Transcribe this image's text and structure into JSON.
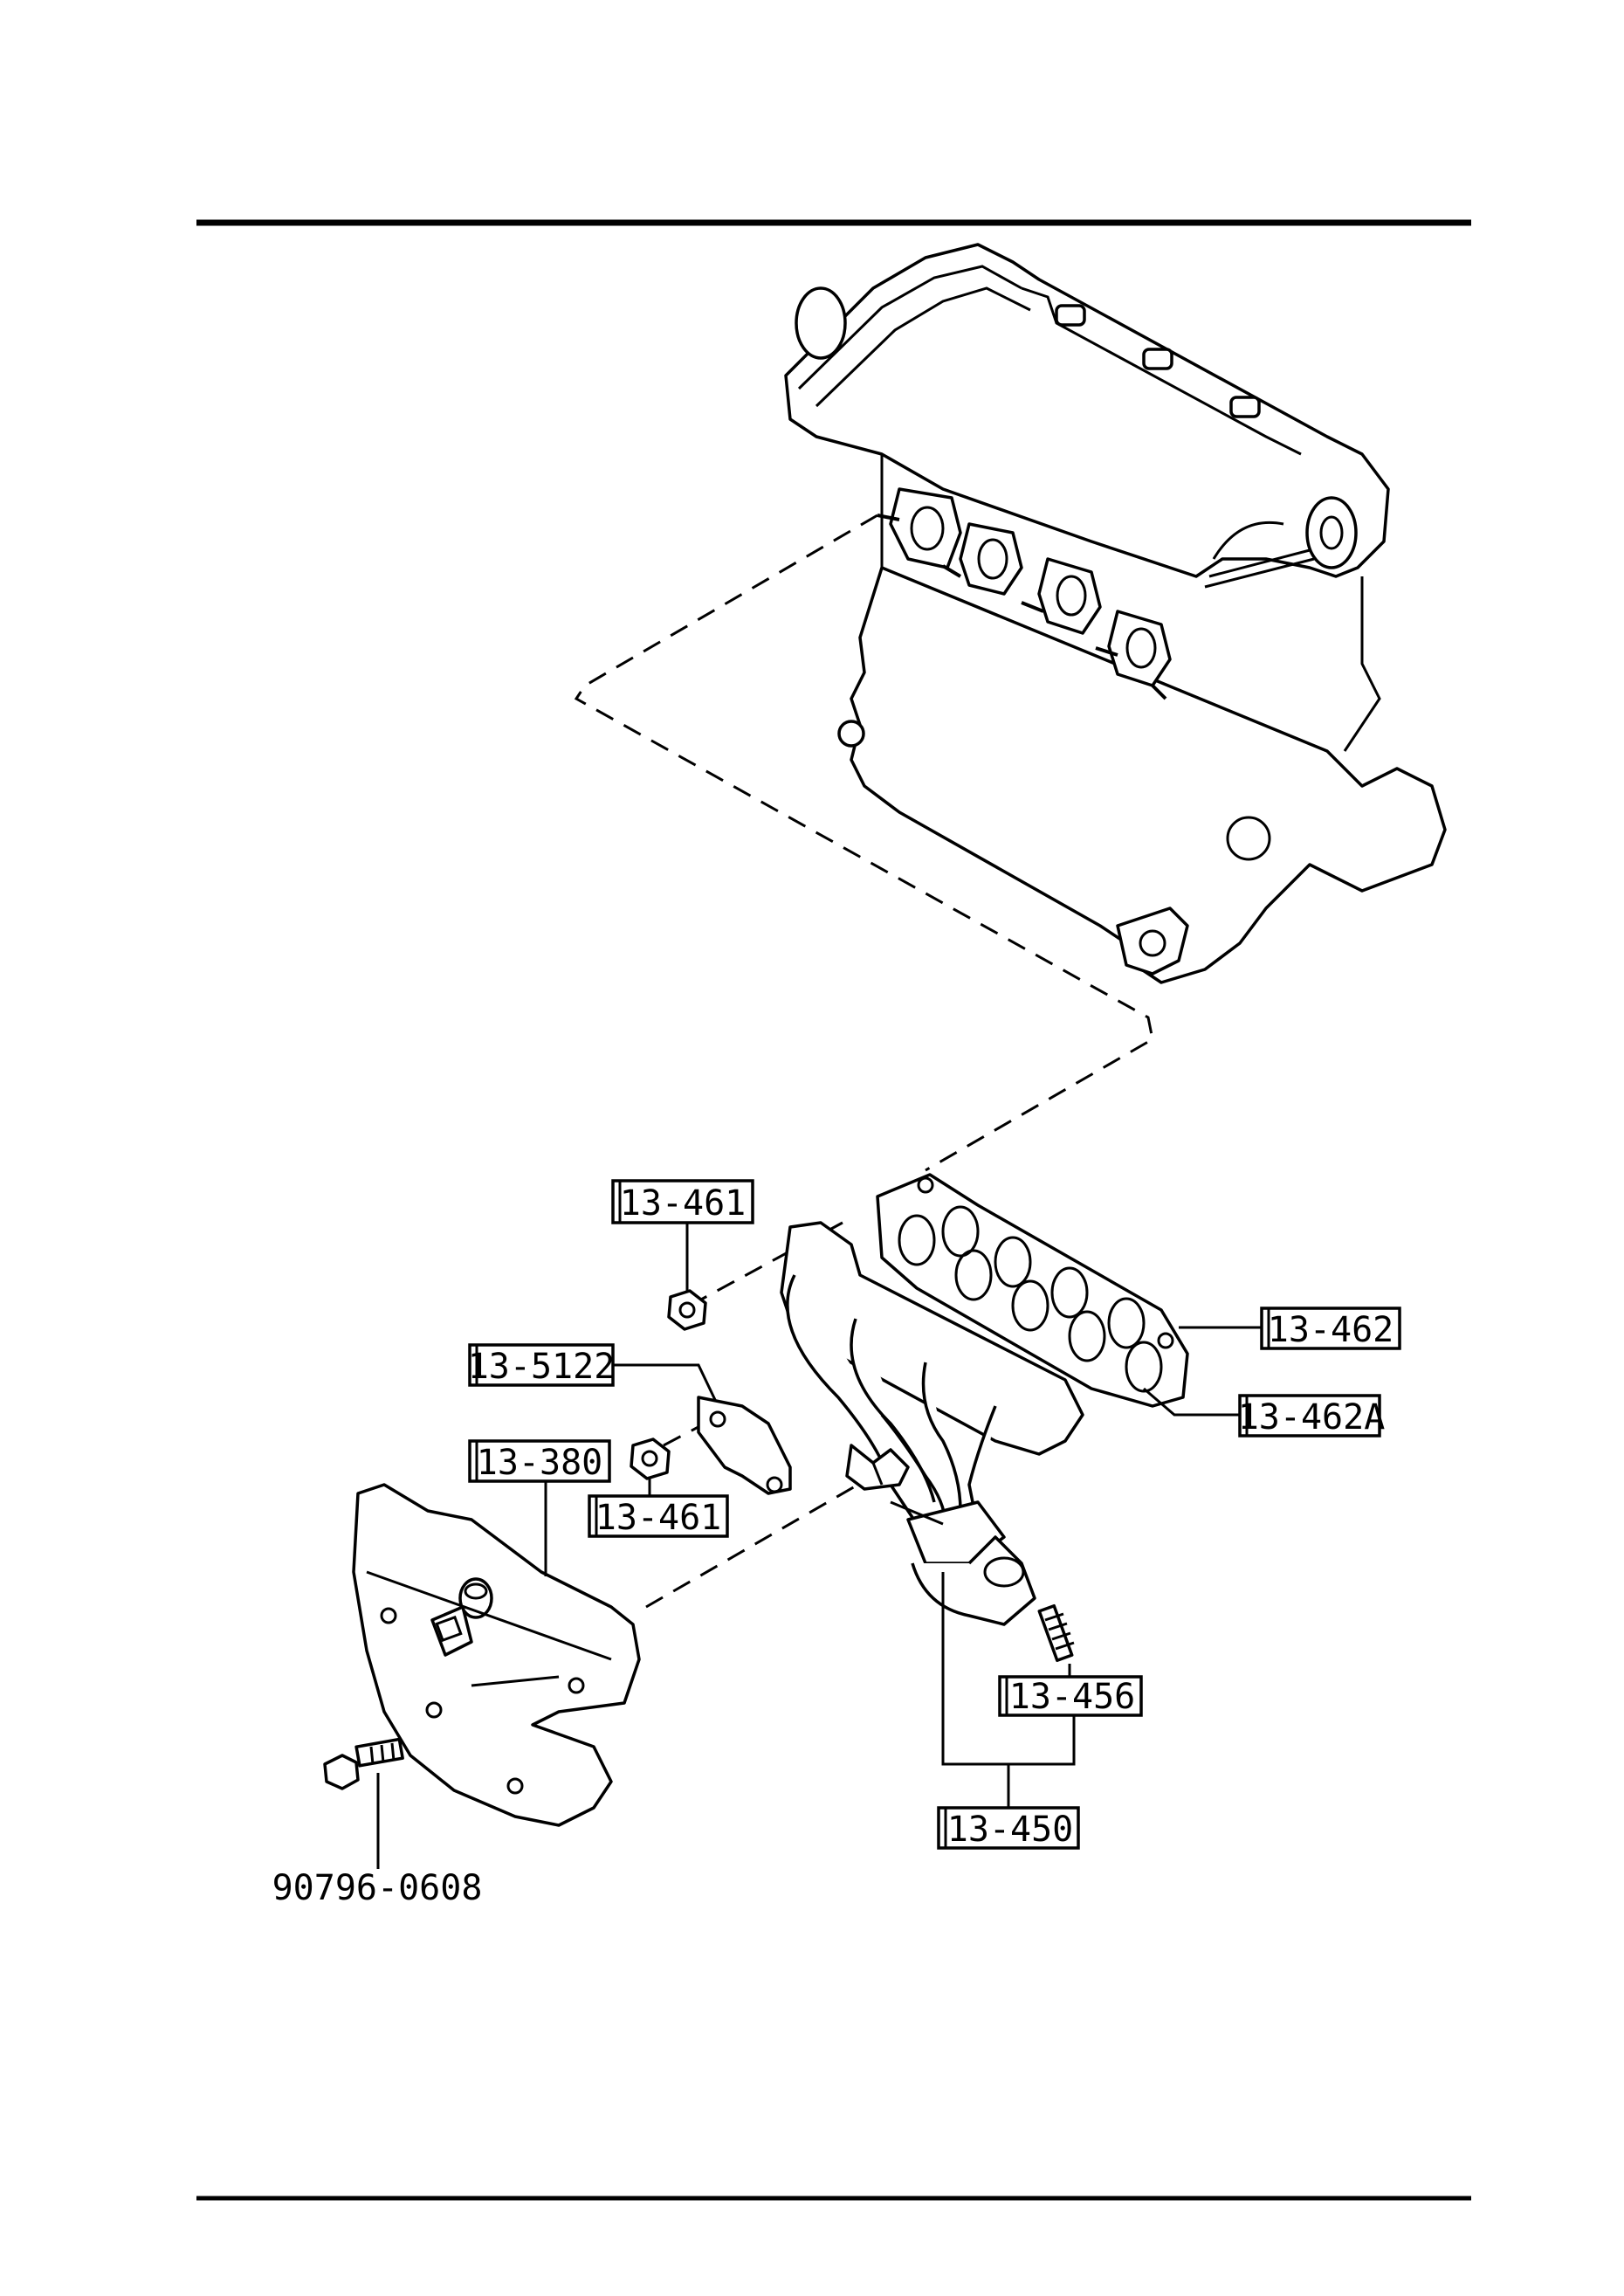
{
  "callouts": {
    "nut_upper": "13-461",
    "bracket": "13-5122",
    "heat_insulator": "13-380",
    "nut_lower": "13-461",
    "gasket": "13-462",
    "gasket_a": "13-462A",
    "stud": "13-456",
    "exhaust_manifold": "13-450",
    "bolt": "90796-0608"
  }
}
